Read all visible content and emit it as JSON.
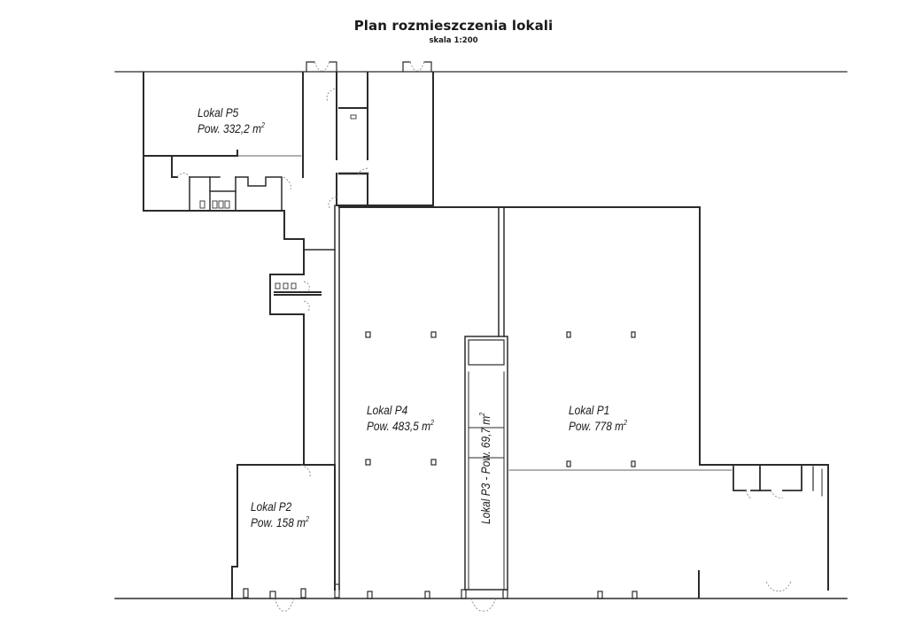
{
  "header": {
    "title": "Plan rozmieszczenia lokali",
    "scale": "skala 1:200"
  },
  "units": [
    {
      "id": "P5",
      "name": "Lokal P5",
      "area_prefix": "Pow. 332,2 m",
      "area_value": "332,2",
      "area_unit_sup": "2"
    },
    {
      "id": "P4",
      "name": "Lokal P4",
      "area_prefix": "Pow. 483,5 m",
      "area_value": "483,5",
      "area_unit_sup": "2"
    },
    {
      "id": "P1",
      "name": "Lokal P1",
      "area_prefix": "Pow. 778 m",
      "area_value": "778",
      "area_unit_sup": "2"
    },
    {
      "id": "P2",
      "name": "Lokal P2",
      "area_prefix": "Pow. 158 m",
      "area_value": "158",
      "area_unit_sup": "2"
    },
    {
      "id": "P3",
      "name": "Lokal P3",
      "separator": " - ",
      "area_prefix": "Pow. 69,7 m",
      "area_value": "69,7",
      "area_unit_sup": "2"
    }
  ],
  "colors": {
    "wall": "#2b2b2b",
    "thin_line": "#555555",
    "door_arc": "#888888",
    "background": "#ffffff"
  }
}
